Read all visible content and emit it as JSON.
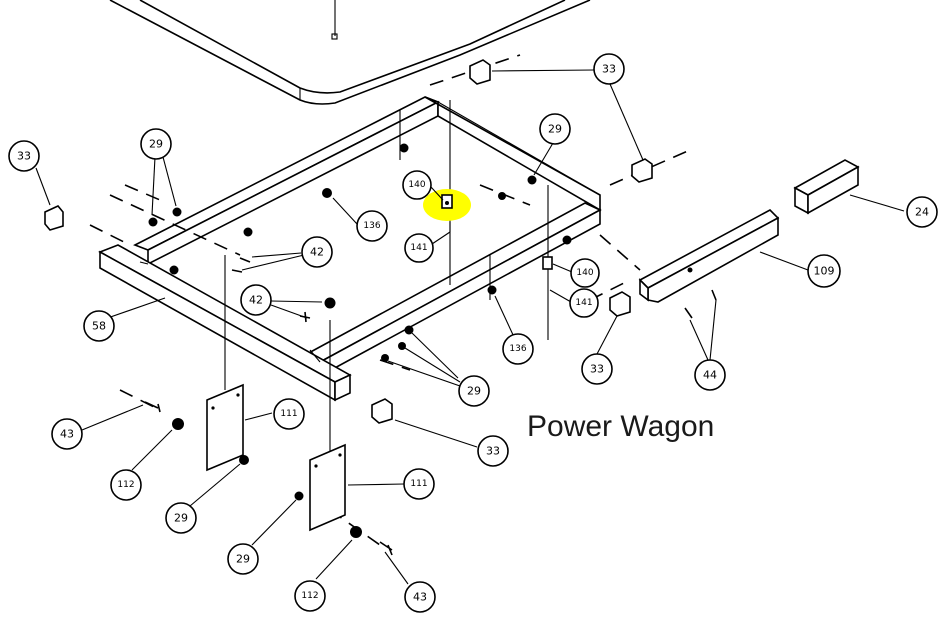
{
  "title": "Power Wagon",
  "highlight_color": "#ffff00",
  "callouts": {
    "c33a": "33",
    "c33b": "33",
    "c33c": "33",
    "c33d": "33",
    "c29a": "29",
    "c29b": "29",
    "c29c": "29",
    "c29d": "29",
    "c29e": "29",
    "c42a": "42",
    "c42b": "42",
    "c58": "58",
    "c24": "24",
    "c109": "109",
    "c136a": "136",
    "c136b": "136",
    "c140a": "140",
    "c140b": "140",
    "c141a": "141",
    "c141b": "141",
    "c44": "44",
    "c43a": "43",
    "c43b": "43",
    "c112a": "112",
    "c112b": "112",
    "c111a": "111",
    "c111b": "111"
  }
}
